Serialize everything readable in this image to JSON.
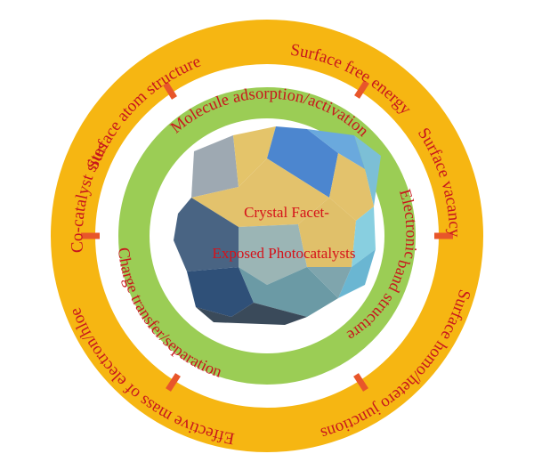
{
  "center": {
    "line1": "Crystal Facet-",
    "line2": "Exposed Photocatalysts"
  },
  "outer_ring": {
    "top_left": "Surface atom structure",
    "top_right": "Surface free energy",
    "right": "Surface vacancy",
    "bottom_right": "Surface homo/hetero junctions",
    "bottom_left": "Effective mass of electron/hloe",
    "left": "Co-catalyst sites"
  },
  "inner_ring": {
    "top": "Molecule adsorption/activation",
    "right_line1": "Electronic",
    "right_line2": "band structure",
    "left": "Charge transfer/separation"
  },
  "colors": {
    "outer_ring": "#f6b612",
    "inner_ring": "#9bcd55",
    "text": "#c8161d",
    "divider": "#e8562a"
  }
}
